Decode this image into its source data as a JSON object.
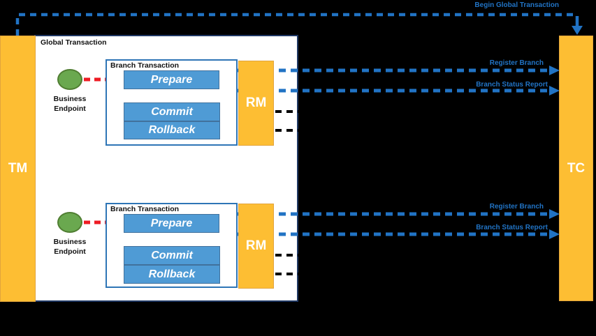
{
  "tm": {
    "label": "TM"
  },
  "tc": {
    "label": "TC"
  },
  "global_box": {
    "title": "Global Transaction"
  },
  "top_arrow": {
    "label": "Begin Global Transaction"
  },
  "branches": [
    {
      "title": "Branch Transaction",
      "endpoint_line1": "Business",
      "endpoint_line2": "Endpoint",
      "prepare": "Prepare",
      "commit": "Commit",
      "rollback": "Rollback",
      "rm": "RM",
      "register": "Register Branch",
      "status": "Branch Status Report"
    },
    {
      "title": "Branch Transaction",
      "endpoint_line1": "Business",
      "endpoint_line2": "Endpoint",
      "prepare": "Prepare",
      "commit": "Commit",
      "rollback": "Rollback",
      "rm": "RM",
      "register": "Register Branch",
      "status": "Branch Status Report"
    }
  ],
  "colors": {
    "gold": "#FDBE33",
    "gold_border": "#E2A43C",
    "blue_box": "#4F9BD5",
    "blue_box_border": "#41719C",
    "branch_border": "#2E75B6",
    "panel_border": "#1F3864",
    "green": "#6AA84F",
    "green_border": "#507E32",
    "red_arrow": "#EE1C24",
    "blue_arrow": "#2173C4",
    "black_arrow": "#000000"
  }
}
